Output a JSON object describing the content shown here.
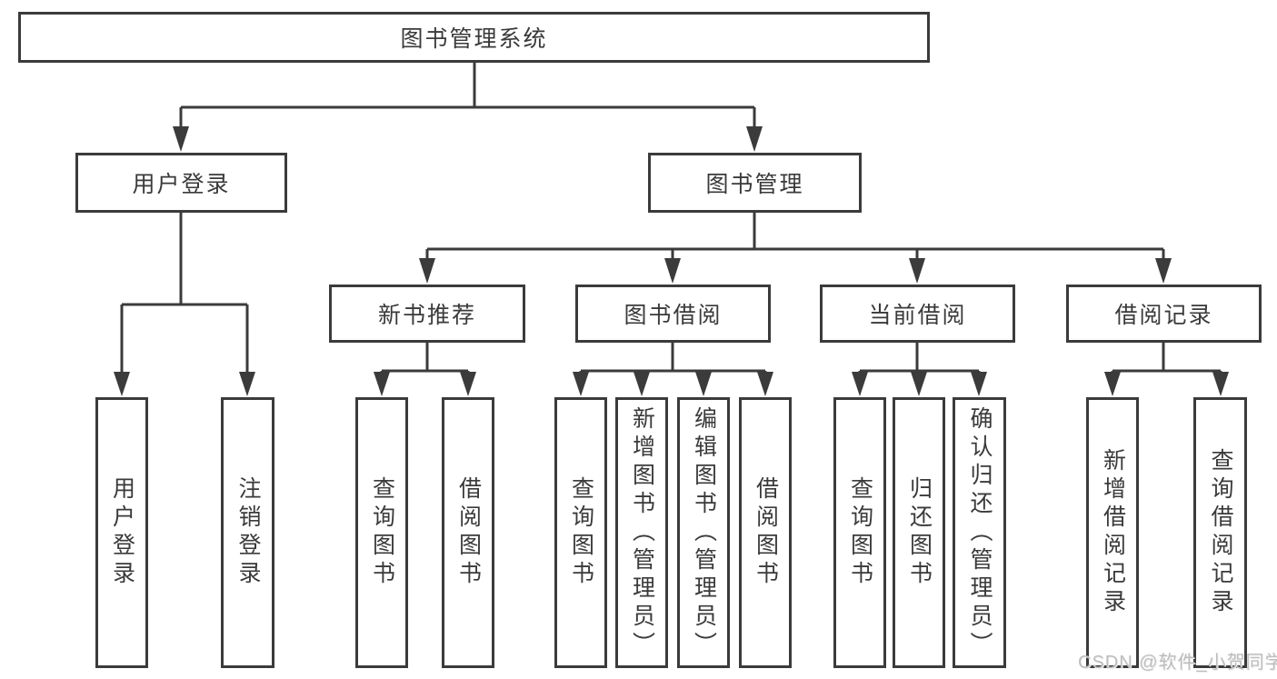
{
  "diagram": {
    "root": "图书管理系统",
    "branches": [
      {
        "label": "用户登录",
        "children": [
          {
            "label": "用户登录"
          },
          {
            "label": "注销登录"
          }
        ]
      },
      {
        "label": "图书管理",
        "children": [
          {
            "label": "新书推荐",
            "children": [
              {
                "label": "查询图书"
              },
              {
                "label": "借阅图书"
              }
            ]
          },
          {
            "label": "图书借阅",
            "children": [
              {
                "label": "查询图书"
              },
              {
                "label": "新增图书（管理员）"
              },
              {
                "label": "编辑图书（管理员）"
              },
              {
                "label": "借阅图书"
              }
            ]
          },
          {
            "label": "当前借阅",
            "children": [
              {
                "label": "查询图书"
              },
              {
                "label": "归还图书"
              },
              {
                "label": "确认归还（管理员）"
              }
            ]
          },
          {
            "label": "借阅记录",
            "children": [
              {
                "label": "新增借阅记录"
              },
              {
                "label": "查询借阅记录"
              }
            ]
          }
        ]
      }
    ]
  },
  "watermark": "CSDN @软件_小贺同学",
  "colors": {
    "line": "#3b3b3b",
    "text": "#3a3a3a",
    "box_bg": "#ffffff",
    "watermark": "#bdbdbd"
  }
}
